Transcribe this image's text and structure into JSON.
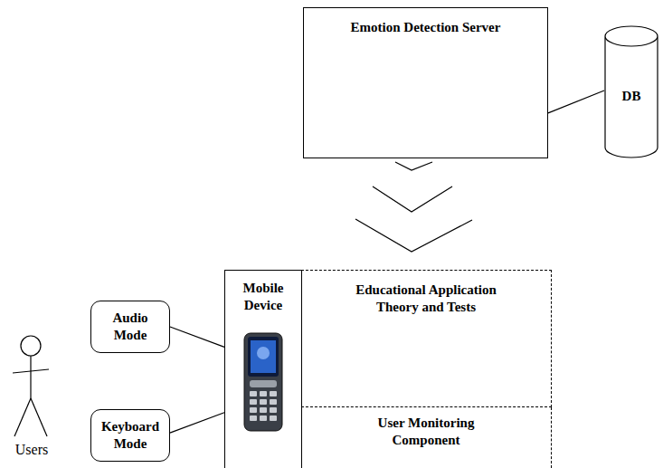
{
  "diagram": {
    "nodes": [
      {
        "text": [
          "Emotion Detection Server"
        ]
      },
      {
        "text": [
          "DB"
        ]
      },
      {
        "text": [
          "Mobile Device"
        ]
      },
      {
        "text": [
          "Educational Application Theory and Tests"
        ]
      },
      {
        "text": [
          "User Monitoring Component"
        ]
      },
      {
        "text": [
          "Audio Mode"
        ]
      },
      {
        "text": [
          "Keyboard Mode"
        ]
      }
    ],
    "edges": [
      {
        "from": 0,
        "to": 1,
        "arrow": "none"
      },
      {
        "from": 5,
        "to": 2,
        "arrow": "none"
      },
      {
        "from": 6,
        "to": 2,
        "arrow": "none"
      }
    ],
    "labels": [
      "Users"
    ]
  }
}
